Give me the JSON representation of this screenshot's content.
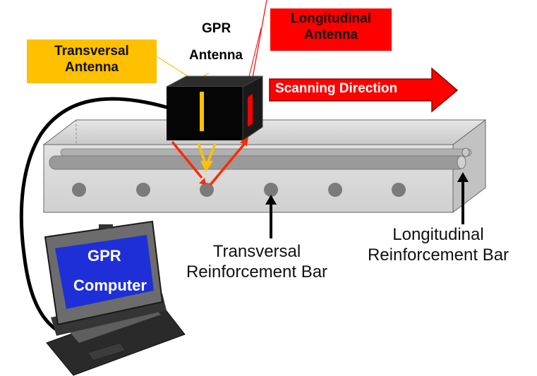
{
  "labels": {
    "transversal_antenna_line1": "Transversal",
    "transversal_antenna_line2": "Antenna",
    "gpr_line1": "GPR",
    "gpr_line2": "Antenna",
    "longitudinal_antenna_line1": "Longitudinal",
    "longitudinal_antenna_line2": "Antenna",
    "scanning_direction": "Scanning Direction",
    "longitudinal_bar_line1": "Longitudinal",
    "longitudinal_bar_line2": "Reinforcement Bar",
    "transversal_bar_line1": "Transversal",
    "transversal_bar_line2": "Reinforcement Bar",
    "computer_line1": "GPR",
    "computer_line2": "Computer"
  },
  "colors": {
    "yellow": "#FFC000",
    "red": "#FF0000",
    "beam_gray": "#D4D4D4",
    "screen_blue": "#1F2FD8"
  }
}
